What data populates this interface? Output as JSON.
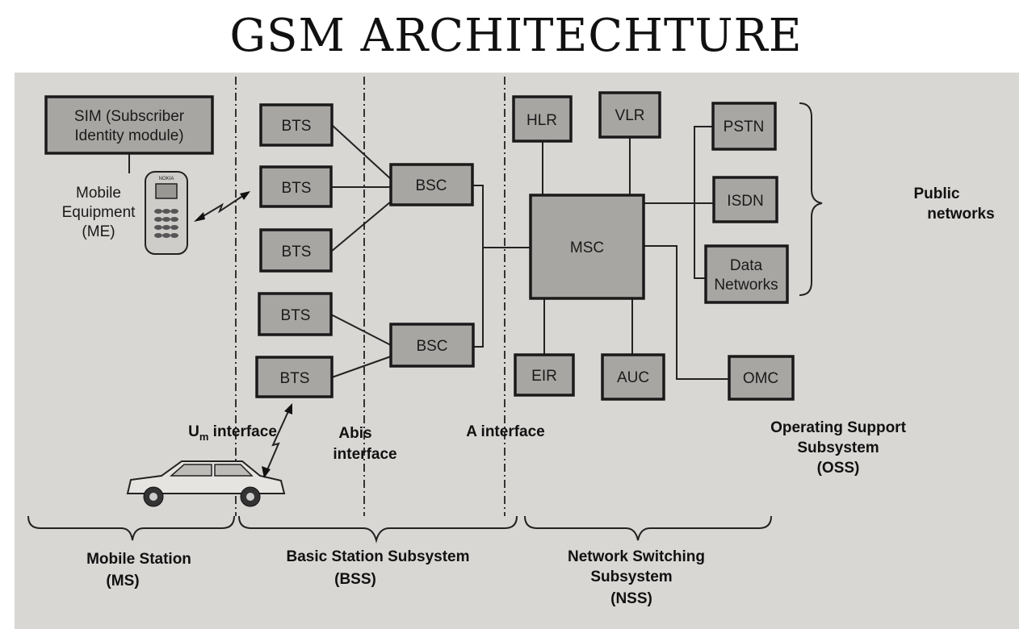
{
  "title": "GSM ARCHITECHTURE",
  "nodes": {
    "sim": [
      "SIM (Subscriber",
      "Identity module)"
    ],
    "me": [
      "Mobile",
      "Equipment",
      "(ME)"
    ],
    "phone_brand": "NOKIA",
    "bts": "BTS",
    "bsc": "BSC",
    "hlr": "HLR",
    "vlr": "VLR",
    "msc": "MSC",
    "eir": "EIR",
    "auc": "AUC",
    "omc": "OMC",
    "pstn": "PSTN",
    "isdn": "ISDN",
    "data_networks": [
      "Data",
      "Networks"
    ]
  },
  "labels": {
    "public_networks": [
      "Public",
      "networks"
    ],
    "um_interface": {
      "main": "U",
      "sub": "m",
      "rest": " interface"
    },
    "abis_interface": [
      "Abis",
      "interface"
    ],
    "a_interface": "A interface",
    "oss": [
      "Operating Support",
      "Subsystem",
      "(OSS)"
    ],
    "ms": [
      "Mobile Station",
      "(MS)"
    ],
    "bss": [
      "Basic Station Subsystem",
      "(BSS)"
    ],
    "nss": [
      "Network Switching",
      "Subsystem",
      "(NSS)"
    ]
  },
  "colors": {
    "page": "#d9d7d4",
    "box": "#a8a6a3"
  }
}
